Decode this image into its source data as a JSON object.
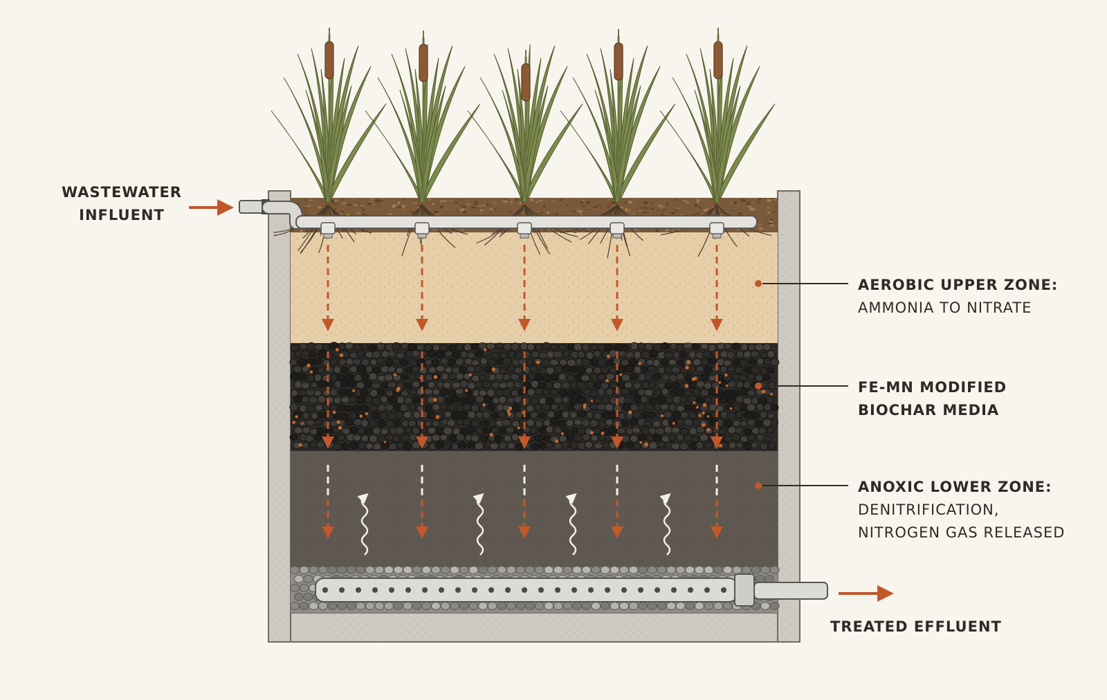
{
  "labels": {
    "influent": {
      "line1": "WASTEWATER",
      "line2": "INFLUENT"
    },
    "aerobic": {
      "title": "AEROBIC UPPER ZONE:",
      "desc": "AMMONIA TO NITRATE"
    },
    "biochar": {
      "line1": "FE-MN MODIFIED",
      "line2": "BIOCHAR MEDIA"
    },
    "anoxic": {
      "title": "ANOXIC LOWER ZONE:",
      "desc1": "DENITRIFICATION,",
      "desc2": "NITROGEN GAS RELEASED"
    },
    "effluent": "TREATED EFFLUENT"
  },
  "colors": {
    "background": "#f8f5ee",
    "concrete": "#cfcac1",
    "mulch": "#7a5a3a",
    "sand": "#e6cfa8",
    "biochar": "#2b2a27",
    "anoxic_soil": "#5f5850",
    "gravel": "#8f8d87",
    "pipe": "#d9d8d3",
    "arrow": "#c1582a",
    "cattail": "#8b5a33",
    "leaf": "#7d8a4e"
  },
  "icons": [
    "cattail-plant-icon",
    "flow-arrow-icon",
    "gas-bubble-icon",
    "perforated-pipe-icon",
    "distribution-nozzle-icon"
  ]
}
